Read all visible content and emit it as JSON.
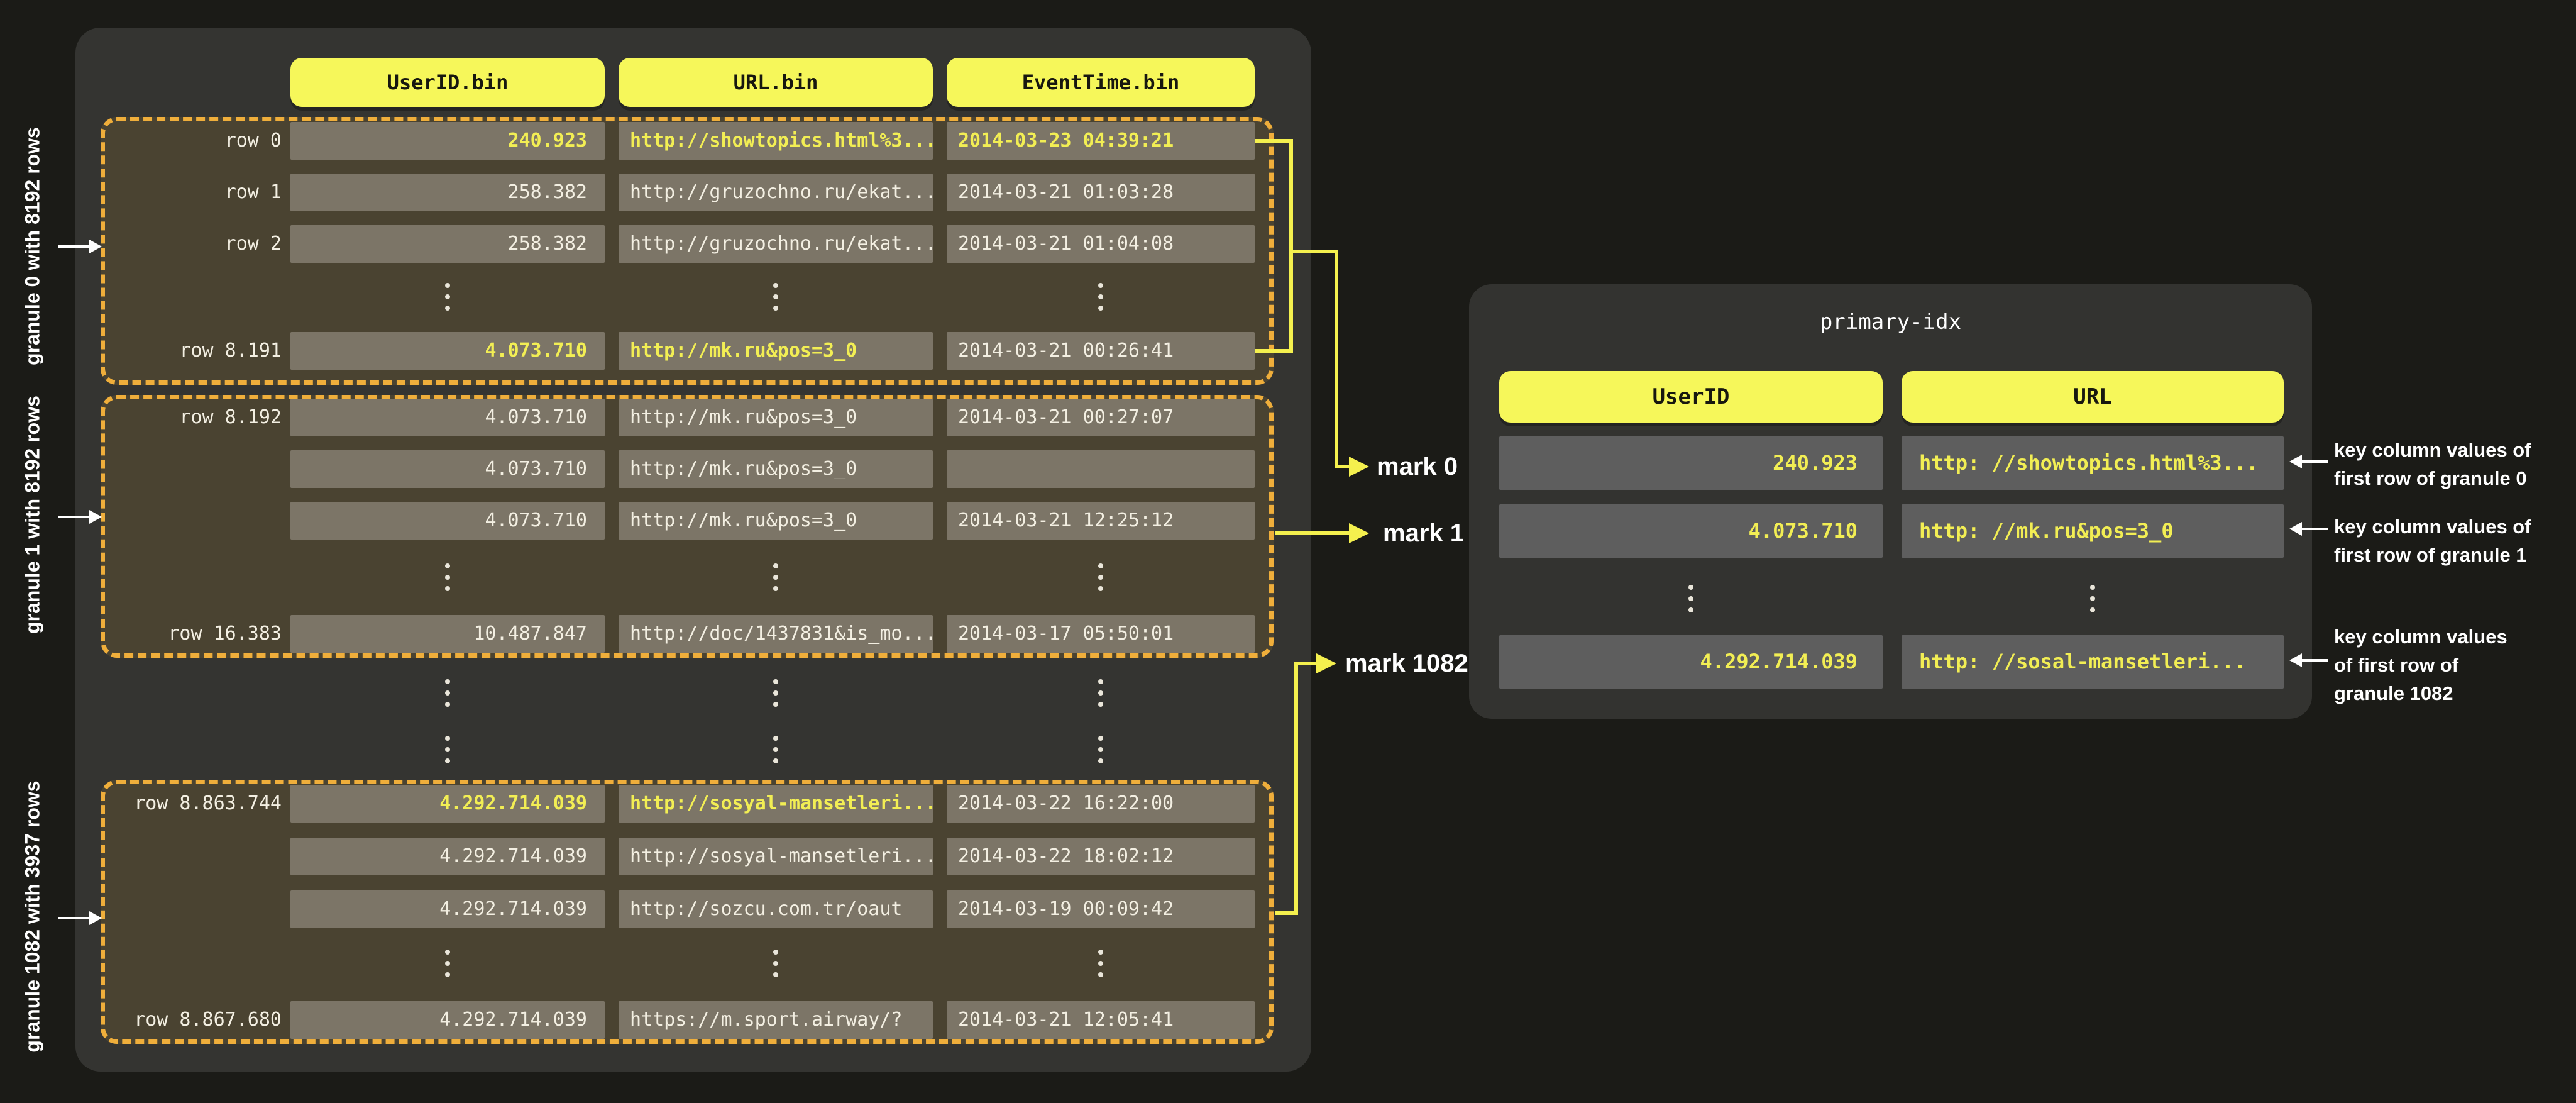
{
  "left_panel": {
    "columns": [
      "UserID.bin",
      "URL.bin",
      "EventTime.bin"
    ],
    "granules": [
      {
        "side_label": "granule 0 with  8192 rows",
        "rows": [
          {
            "label": "row 0",
            "user_id": "240.923",
            "url": "http://showtopics.html%3...",
            "event_time": "2014-03-23 04:39:21"
          },
          {
            "label": "row 1",
            "user_id": "258.382",
            "url": "http://gruzochno.ru/ekat...",
            "event_time": "2014-03-21 01:03:28"
          },
          {
            "label": "row 2",
            "user_id": "258.382",
            "url": "http://gruzochno.ru/ekat...",
            "event_time": "2014-03-21 01:04:08"
          },
          {
            "label": "row 8.191",
            "user_id": "4.073.710",
            "url": "http://mk.ru&pos=3_0",
            "event_time": "2014-03-21 00:26:41"
          }
        ]
      },
      {
        "side_label": "granule 1 with  8192 rows",
        "rows": [
          {
            "label": "row 8.192",
            "user_id": "4.073.710",
            "url": "http://mk.ru&pos=3_0",
            "event_time": "2014-03-21 00:27:07"
          },
          {
            "label": "",
            "user_id": "4.073.710",
            "url": "http://mk.ru&pos=3_0",
            "event_time": ""
          },
          {
            "label": "",
            "user_id": "4.073.710",
            "url": "http://mk.ru&pos=3_0",
            "event_time": "2014-03-21 12:25:12"
          },
          {
            "label": "row 16.383",
            "user_id": "10.487.847",
            "url": "http://doc/1437831&is_mo...",
            "event_time": "2014-03-17 05:50:01"
          }
        ]
      },
      {
        "side_label": "granule 1082  with  3937 rows",
        "rows": [
          {
            "label": "row 8.863.744",
            "user_id": "4.292.714.039",
            "url": "http://sosyal-mansetleri...",
            "event_time": "2014-03-22 16:22:00"
          },
          {
            "label": "",
            "user_id": "4.292.714.039",
            "url": "http://sosyal-mansetleri...",
            "event_time": "2014-03-22 18:02:12"
          },
          {
            "label": "",
            "user_id": "4.292.714.039",
            "url": "http://sozcu.com.tr/oaut",
            "event_time": "2014-03-19 00:09:42"
          },
          {
            "label": "row 8.867.680",
            "user_id": "4.292.714.039",
            "url": "https://m.sport.airway/?",
            "event_time": "2014-03-21 12:05:41"
          }
        ]
      }
    ]
  },
  "marks": {
    "mark0": "mark 0",
    "mark1": "mark 1",
    "mark1082": "mark 1082"
  },
  "right_panel": {
    "title": "primary-idx",
    "columns": [
      "UserID",
      "URL"
    ],
    "rows": [
      {
        "user_id": "240.923",
        "url": "http: //showtopics.html%3..."
      },
      {
        "user_id": "4.073.710",
        "url": "http: //mk.ru&pos=3_0"
      },
      {
        "user_id": "4.292.714.039",
        "url": "http: //sosal-mansetleri..."
      }
    ],
    "annotations": [
      {
        "line1": "key column values of",
        "line2": "first row of granule 0",
        "line3": ""
      },
      {
        "line1": "key column values of",
        "line2": "first row of granule 1",
        "line3": ""
      },
      {
        "line1": "key column values",
        "line2": "of first row of",
        "line3": "granule 1082"
      }
    ]
  },
  "colors": {
    "accent_yellow": "#f6f75a",
    "highlight_text": "#f2ee54",
    "dash_border": "#efae3b",
    "connector_yellow": "#f4f04e",
    "granule_fill": "#4a4331",
    "cell_fill": "#7c7567"
  }
}
